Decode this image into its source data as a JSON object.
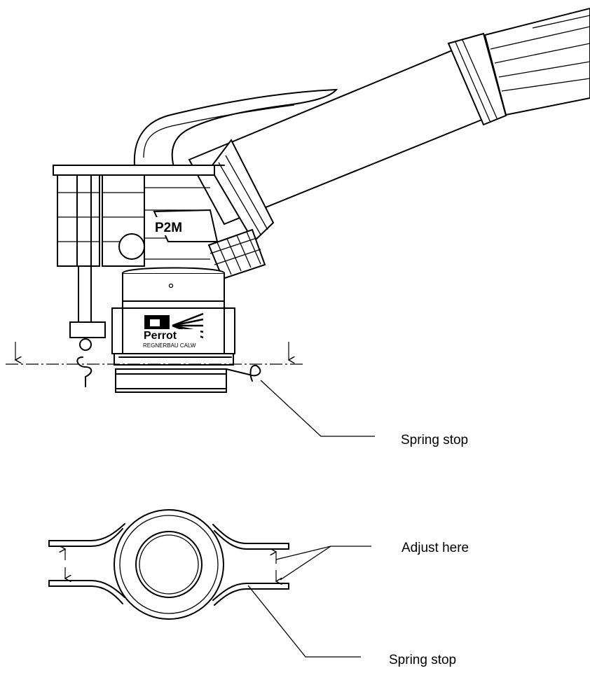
{
  "diagram": {
    "nameplate": {
      "model": "P2M",
      "brand": "Perrot",
      "brand_sub": "REGNERBAU CALW"
    },
    "callouts": {
      "spring_stop_side": "Spring stop",
      "adjust_here": "Adjust here",
      "spring_stop_top": "Spring stop"
    }
  }
}
